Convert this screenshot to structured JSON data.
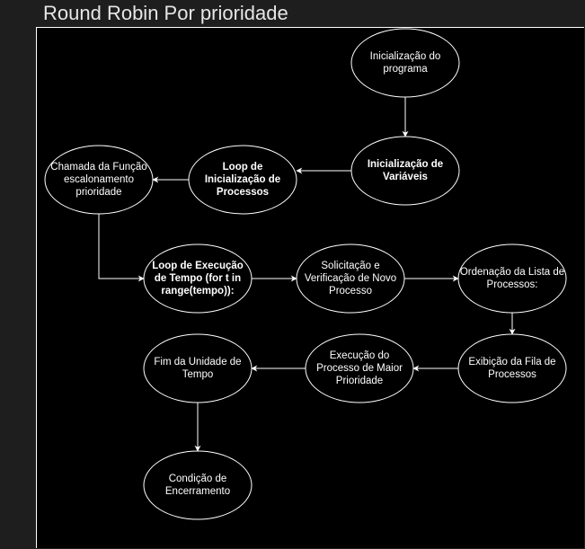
{
  "title": "Round Robin Por prioridade",
  "nodes": {
    "init_program": {
      "label": "Inicialização do programa",
      "bold": false
    },
    "init_vars": {
      "label": "Inicialização de Variáveis",
      "bold": true
    },
    "loop_init": {
      "label": "Loop de Inicialização de Processos",
      "bold": true
    },
    "call_func": {
      "label": "Chamada da Função escalonamento prioridade",
      "bold": false
    },
    "loop_exec": {
      "label": "Loop de Execução de Tempo (for t in range(tempo)):",
      "bold": true
    },
    "request": {
      "label": "Solicitação e Verificação de Novo Processo",
      "bold": false
    },
    "sort": {
      "label": "Ordenação da Lista de Processos:",
      "bold": false
    },
    "display": {
      "label": "Exibição da Fila de Processos",
      "bold": false
    },
    "execute": {
      "label": "Execução do Processo de Maior Prioridade",
      "bold": false
    },
    "end_unit": {
      "label": "Fim da Unidade de Tempo",
      "bold": false
    },
    "end_cond": {
      "label": "Condição de Encerramento",
      "bold": false
    }
  },
  "colors": {
    "background": "#1e1e1e",
    "canvas": "#000000",
    "stroke": "#ffffff",
    "text": "#ffffff"
  }
}
